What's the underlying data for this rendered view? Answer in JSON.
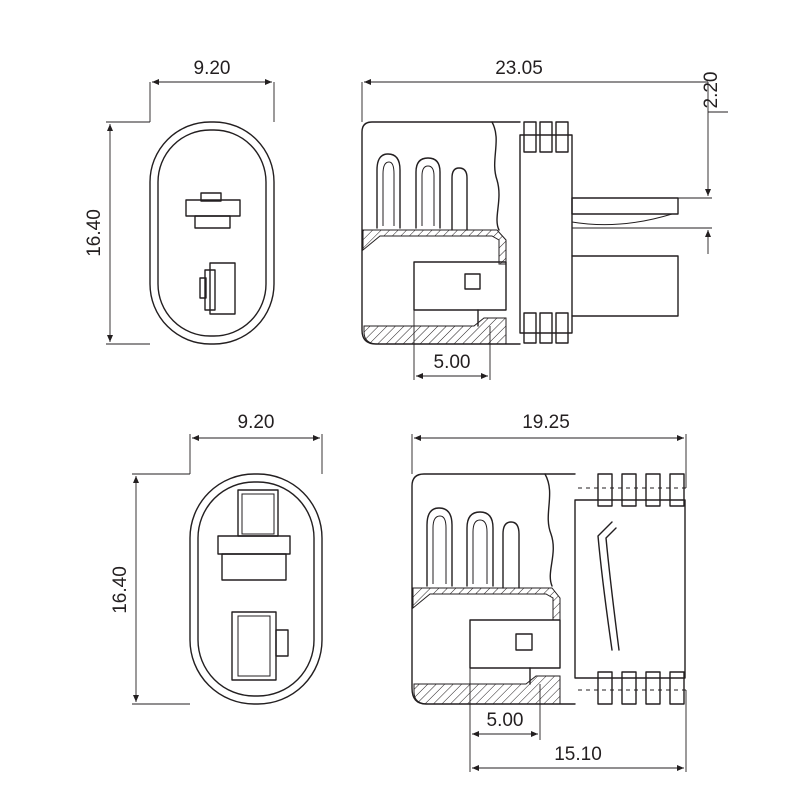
{
  "dimensions": {
    "top_end_width": "9.20",
    "top_end_height": "16.40",
    "top_side_length": "23.05",
    "top_pin_thickness": "2.20",
    "top_side_inner": "5.00",
    "bottom_end_width": "9.20",
    "bottom_end_height": "16.40",
    "bottom_side_length": "19.25",
    "bottom_side_inner": "5.00",
    "bottom_side_span": "15.10"
  }
}
